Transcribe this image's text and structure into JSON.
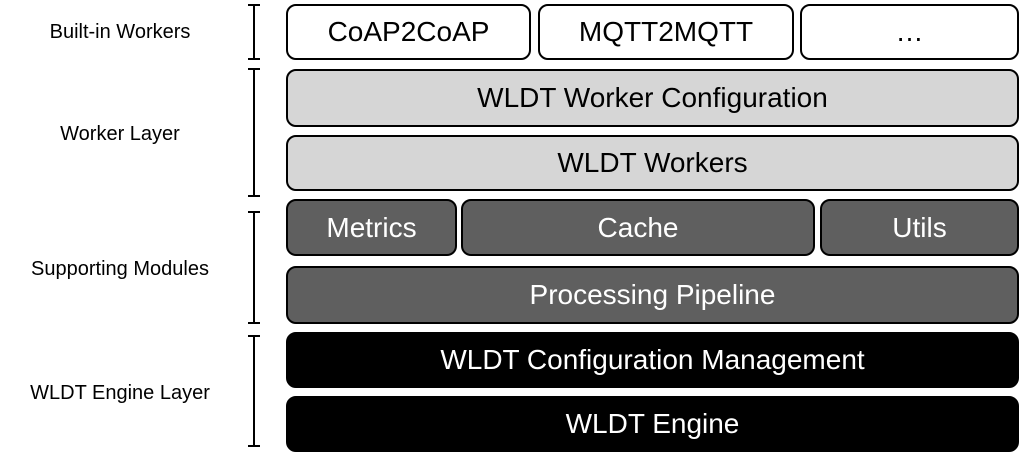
{
  "layers": {
    "builtin": "Built-in Workers",
    "worker": "Worker Layer",
    "supporting": "Supporting Modules",
    "engine": "WLDT Engine Layer"
  },
  "boxes": {
    "coap": "CoAP2CoAP",
    "mqtt": "MQTT2MQTT",
    "more": "…",
    "worker_config": "WLDT Worker Configuration",
    "workers": "WLDT Workers",
    "metrics": "Metrics",
    "cache": "Cache",
    "utils": "Utils",
    "pipeline": "Processing Pipeline",
    "config_mgmt": "WLDT Configuration Management",
    "engine": "WLDT Engine"
  },
  "colors": {
    "white": "#ffffff",
    "light_gray": "#d6d6d6",
    "dark_gray": "#5f5f5f",
    "black": "#000000"
  }
}
